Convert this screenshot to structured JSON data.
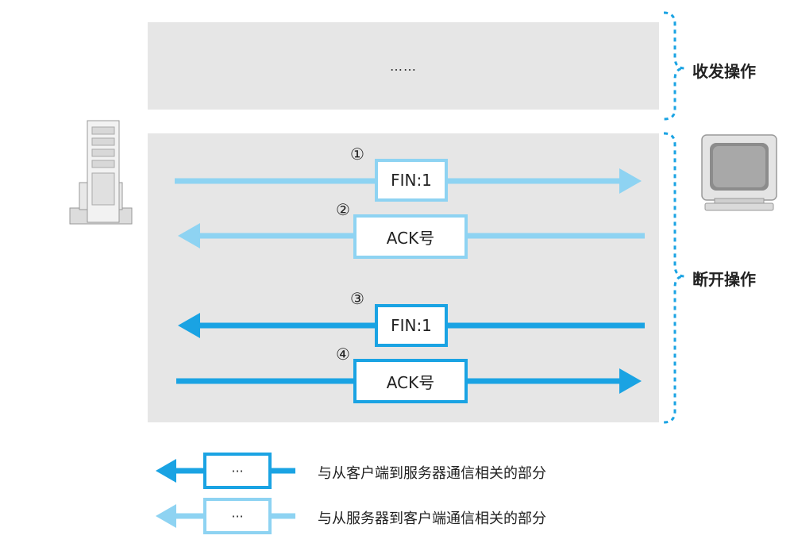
{
  "panels": {
    "top": {
      "text": "……"
    },
    "bottom": {}
  },
  "steps": [
    {
      "number": "①",
      "label": "FIN:1",
      "style": "light",
      "direction": "right"
    },
    {
      "number": "②",
      "label": "ACK号",
      "style": "light",
      "direction": "left"
    },
    {
      "number": "③",
      "label": "FIN:1",
      "style": "dark",
      "direction": "left"
    },
    {
      "number": "④",
      "label": "ACK号",
      "style": "dark",
      "direction": "right"
    }
  ],
  "side_labels": {
    "send_receive": "收发操作",
    "disconnect": "断开操作"
  },
  "legend": [
    {
      "box_text": "···",
      "text": "与从客户端到服务器通信相关的部分",
      "style": "dark"
    },
    {
      "box_text": "···",
      "text": "与从服务器到客户端通信相关的部分",
      "style": "light"
    }
  ],
  "colors": {
    "light_blue": "#8ed3f2",
    "dark_blue": "#1aa3e3",
    "panel_gray": "#e6e6e6"
  },
  "icons": {
    "left": "server-icon",
    "right": "client-computer-icon"
  }
}
